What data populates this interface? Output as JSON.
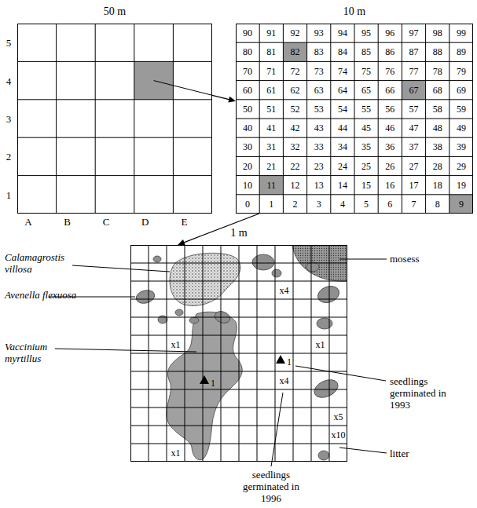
{
  "diagram": {
    "nodes": [
      {
        "text": [
          "50 m"
        ]
      },
      {
        "text": [
          "10 m"
        ]
      },
      {
        "text": [
          "1 m"
        ]
      }
    ],
    "edges": [
      {
        "from": 0,
        "to": 1,
        "arrow": "to"
      },
      {
        "from": 1,
        "to": 2,
        "arrow": "to"
      }
    ],
    "labels": [
      "A",
      "B",
      "C",
      "D",
      "E",
      "1",
      "2",
      "3",
      "4",
      "5",
      "90",
      "91",
      "92",
      "93",
      "94",
      "95",
      "96",
      "97",
      "98",
      "99",
      "80",
      "81",
      "82",
      "83",
      "84",
      "85",
      "86",
      "87",
      "88",
      "89",
      "70",
      "71",
      "72",
      "73",
      "74",
      "75",
      "76",
      "77",
      "78",
      "79",
      "60",
      "61",
      "62",
      "63",
      "64",
      "65",
      "66",
      "67",
      "68",
      "69",
      "50",
      "51",
      "52",
      "53",
      "54",
      "55",
      "56",
      "57",
      "58",
      "59",
      "40",
      "41",
      "42",
      "43",
      "44",
      "45",
      "46",
      "47",
      "48",
      "49",
      "30",
      "31",
      "32",
      "33",
      "34",
      "35",
      "36",
      "37",
      "38",
      "39",
      "20",
      "21",
      "22",
      "23",
      "24",
      "25",
      "26",
      "27",
      "28",
      "29",
      "10",
      "11",
      "12",
      "13",
      "14",
      "15",
      "16",
      "17",
      "18",
      "19",
      "0",
      "1",
      "2",
      "3",
      "4",
      "5",
      "6",
      "7",
      "8",
      "9",
      "Calamagrostis villosa",
      "Avenella flexuosa",
      "Vaccinium myrtillus",
      "mosess",
      "seedlings germinated in 1993",
      "seedlings germinated in 1996",
      "litter",
      "x1",
      "x4",
      "x1",
      "x4",
      "x5",
      "x10",
      "x1",
      "1",
      "1"
    ]
  }
}
